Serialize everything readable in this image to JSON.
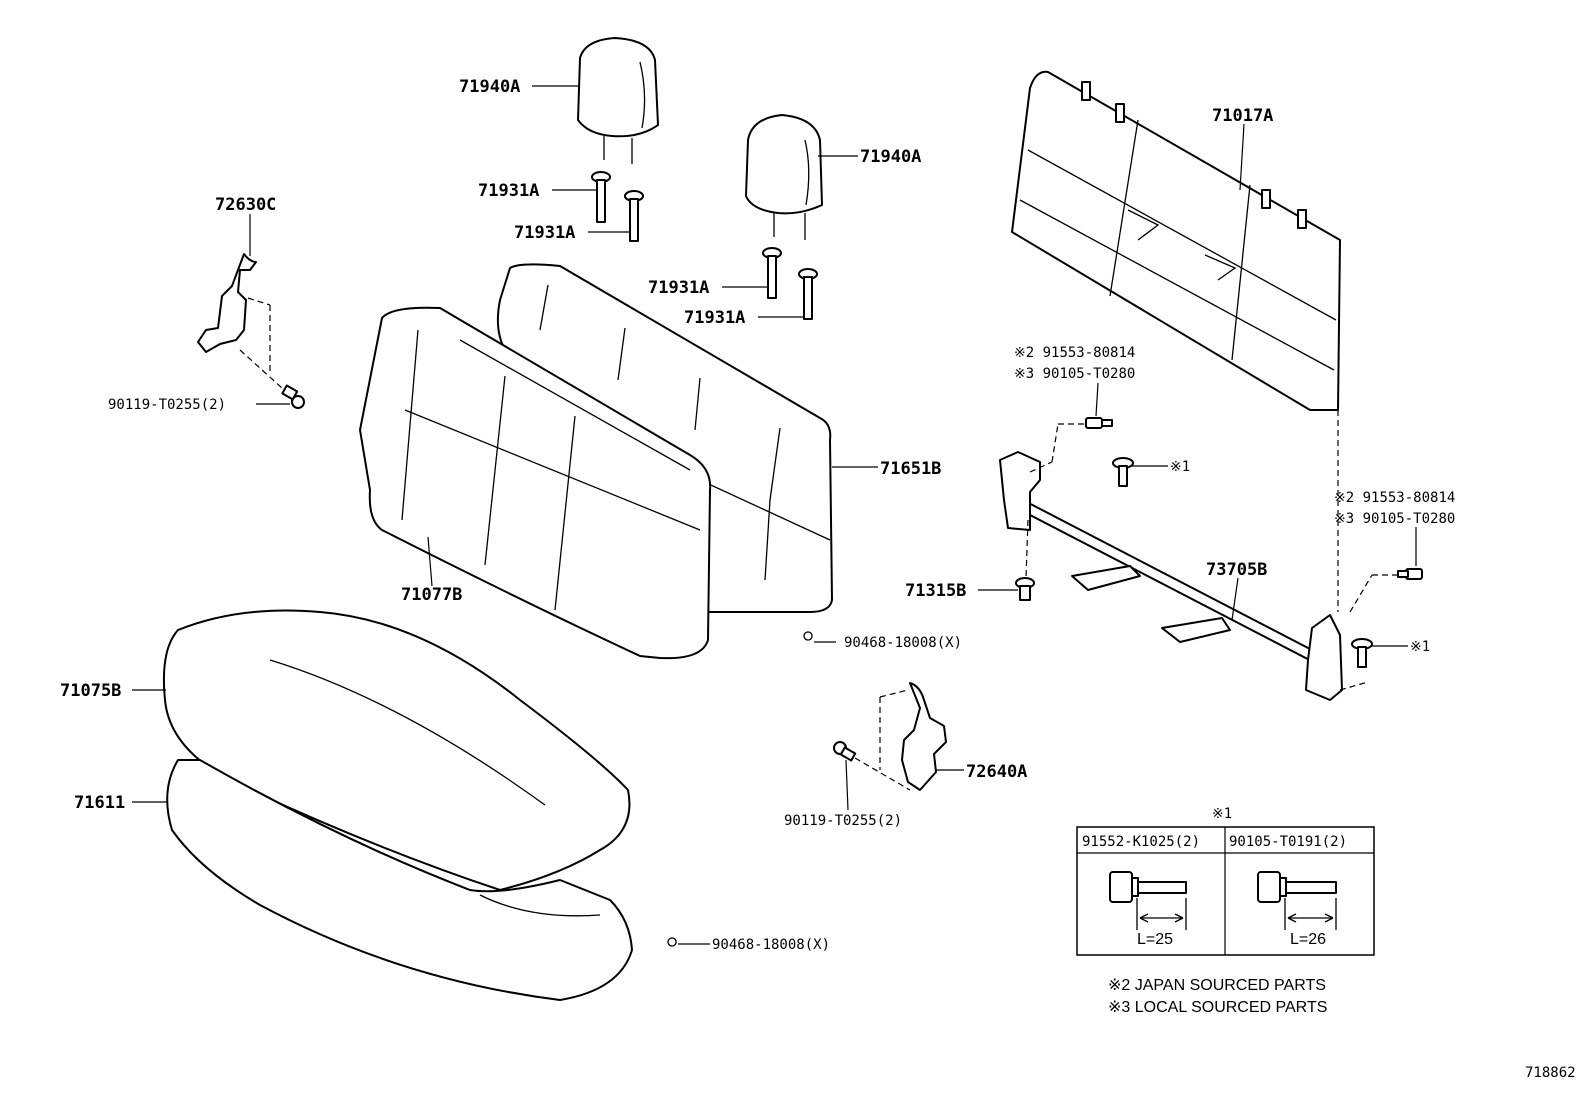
{
  "labels": {
    "p71940A_1": "71940A",
    "p71940A_2": "71940A",
    "p71931A_1": "71931A",
    "p71931A_2": "71931A",
    "p71931A_3": "71931A",
    "p71931A_4": "71931A",
    "p72630C": "72630C",
    "p90119_1": "90119-T0255(2)",
    "p71651B": "71651B",
    "p71077B": "71077B",
    "p90468_1": "90468-18008(X)",
    "p71075B": "71075B",
    "p71611": "71611",
    "p90468_2": "90468-18008(X)",
    "p72640A": "72640A",
    "p90119_2": "90119-T0255(2)",
    "p71017A": "71017A",
    "p91553_1": "※2 91553-80814",
    "p90105_1": "※3 90105-T0280",
    "ref1_a": "※1",
    "p71315B": "71315B",
    "p73705B": "73705B",
    "p91553_2": "※2 91553-80814",
    "p90105_2": "※3 90105-T0280",
    "ref1_b": "※1"
  },
  "fastener_table": {
    "title": "※1",
    "columns": [
      {
        "part": "91552-K1025(2)",
        "length": "L=25"
      },
      {
        "part": "90105-T0191(2)",
        "length": "L=26"
      }
    ]
  },
  "notes": [
    "※2 JAPAN SOURCED PARTS",
    "※3 LOCAL SOURCED PARTS"
  ],
  "diagram_id": "718862"
}
